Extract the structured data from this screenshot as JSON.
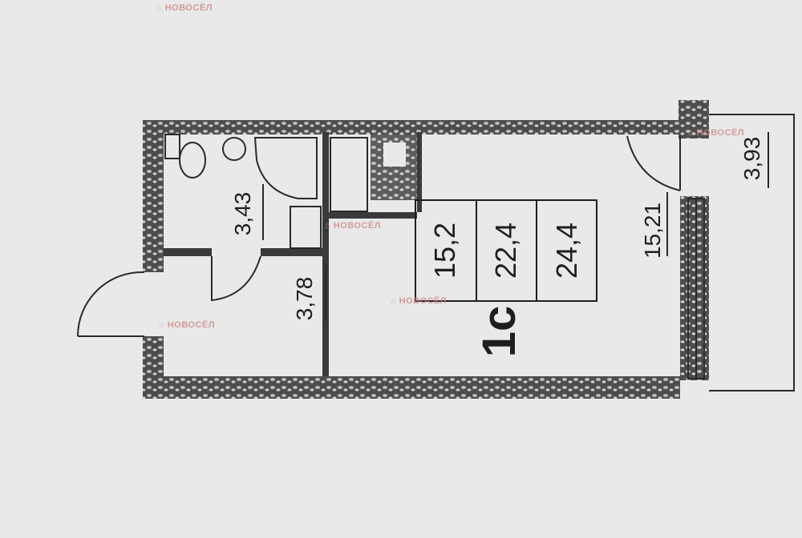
{
  "plan": {
    "apartment_type": "1с",
    "summary_table": [
      "15,2",
      "22,4",
      "24,4"
    ],
    "room_areas": {
      "bathroom": "3,43",
      "hallway": "3,78",
      "living_room": "15,21",
      "balcony": "3,93"
    }
  },
  "watermark": {
    "brand": "НОВОСЁЛ"
  },
  "colors": {
    "background": "#e9e9e9",
    "wall": "#5a5a5a",
    "line": "#2a2a2a"
  }
}
